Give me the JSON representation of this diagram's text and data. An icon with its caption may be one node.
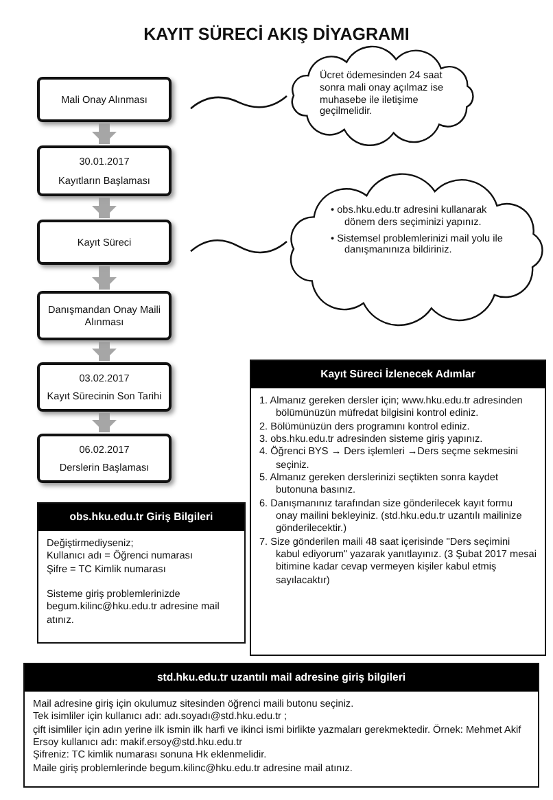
{
  "diagram": {
    "title": "KAYIT SÜRECİ AKIŞ DİYAGRAMI",
    "nodes": [
      {
        "text": [
          "Mali Onay Alınması"
        ]
      },
      {
        "text": [
          "30.01.2017",
          "Kayıtların Başlaması"
        ]
      },
      {
        "text": [
          "Kayıt Süreci"
        ]
      },
      {
        "text": [
          "Danışmandan Onay Maili Alınması"
        ]
      },
      {
        "text": [
          "03.02.2017",
          "Kayıt Sürecinin Son Tarihi"
        ]
      },
      {
        "text": [
          "06.02.2017",
          "Derslerin Başlaması"
        ]
      },
      {
        "text": [
          "Ücret ödemesinden 24 saat sonra mali onay açılmaz ise muhasebe ile iletişime geçilmelidir."
        ]
      },
      {
        "text": [
          "• obs.hku.edu.tr adresini kullanarak dönem ders seçiminizi yapınız.",
          "• Sistemsel problemlerinizi mail yolu ile danışmanınıza bildiriniz."
        ]
      },
      {
        "text": [
          "Kayıt Süreci İzlenecek Adımlar",
          "1. Almanız gereken dersler için; www.hku.edu.tr adresinden bölümünüzün müfredat bilgisini kontrol ediniz.",
          "2. Bölümünüzün ders programını kontrol ediniz.",
          "3. obs.hku.edu.tr adresinden sisteme giriş yapınız.",
          "4. Öğrenci BYS → Ders işlemleri →Ders seçme sekmesini seçiniz.",
          "5. Almanız gereken derslerinizi seçtikten sonra kaydet butonuna basınız.",
          "6. Danışmanınız tarafından size gönderilecek kayıt formu onay mailini bekleyiniz. (std.hku.edu.tr uzantılı mailinize gönderilecektir.)",
          "7. Size gönderilen maili 48 saat içerisinde \"Ders seçimini kabul ediyorum\" yazarak yanıtlayınız. (3 Şubat 2017 mesai bitimine kadar cevap vermeyen kişiler kabul etmiş sayılacaktır)"
        ]
      },
      {
        "text": [
          "obs.hku.edu.tr Giriş Bilgileri",
          "Değiştirmediyseniz;",
          "Kullanıcı adı = Öğrenci numarası",
          "Şifre = TC Kimlik numarası",
          "Sisteme giriş problemlerinizde begum.kilinc@hku.edu.tr adresine mail atınız."
        ]
      },
      {
        "text": [
          "std.hku.edu.tr uzantılı mail adresine giriş bilgileri",
          "Mail adresine giriş için okulumuz sitesinden öğrenci maili butonu seçiniz.",
          "Tek isimliler için kullanıcı adı: adı.soyadı@std.hku.edu.tr ;",
          "çift isimliler için adın yerine ilk ismin ilk harfi ve ikinci ismi birlikte yazmaları gerekmektedir. Örnek: Mehmet Akif Ersoy kullanıcı adı: makif.ersoy@std.hku.edu.tr",
          "Şifreniz: TC kimlik numarası sonuna Hk eklenmelidir.",
          "Maile giriş problemlerinde begum.kilinc@hku.edu.tr adresine mail atınız."
        ]
      }
    ],
    "edges": [
      {
        "from": 0,
        "to": 1,
        "arrow": "to"
      },
      {
        "from": 1,
        "to": 2,
        "arrow": "to"
      },
      {
        "from": 2,
        "to": 3,
        "arrow": "to"
      },
      {
        "from": 3,
        "to": 4,
        "arrow": "to"
      },
      {
        "from": 4,
        "to": 5,
        "arrow": "to"
      },
      {
        "from": 0,
        "to": 6,
        "arrow": "none",
        "color": "#111111"
      },
      {
        "from": 2,
        "to": 7,
        "arrow": "none",
        "color": "#111111"
      }
    ]
  }
}
